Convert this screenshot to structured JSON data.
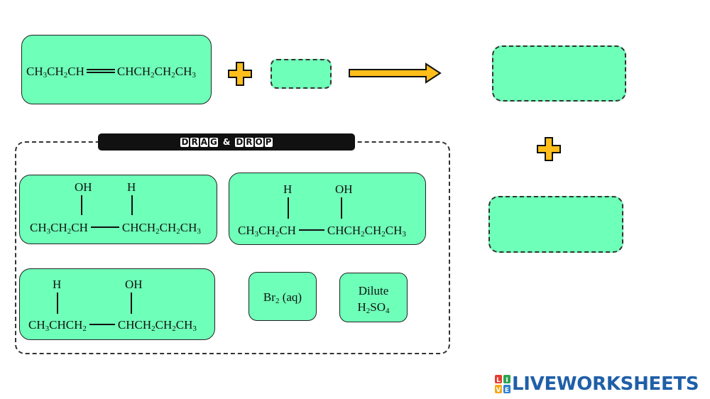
{
  "reactant": {
    "left": "CH3CH2CH",
    "right": "CHCH2CH2CH3"
  },
  "drag_drop_header": {
    "word1": [
      "D",
      "R",
      "A",
      "G"
    ],
    "ampersand": "&",
    "word2": [
      "D",
      "R",
      "O",
      "P"
    ]
  },
  "options": [
    {
      "top1": "OH",
      "top2": "H",
      "left": "CH3CH2CH",
      "right": "CHCH2CH2CH3"
    },
    {
      "top1": "H",
      "top2": "OH",
      "left": "CH3CH2CH",
      "right": "CHCH2CH2CH3"
    },
    {
      "top1": "H",
      "top2": "OH",
      "left": "CH3CHCH2",
      "right": "CHCH2CH2CH3"
    }
  ],
  "reagents": {
    "bromine": "Br2 (aq)",
    "acid_line1": "Dilute",
    "acid_line2": "H2SO4"
  },
  "brand": {
    "name": "LIVEWORKSHEETS",
    "logo_letters": [
      "L",
      "I",
      "V",
      "E"
    ]
  },
  "colors": {
    "card": "#6effb8",
    "plus_fill": "#ffbe1a",
    "arrow_fill": "#ffbe1a",
    "brand": "#1f5fa8"
  }
}
